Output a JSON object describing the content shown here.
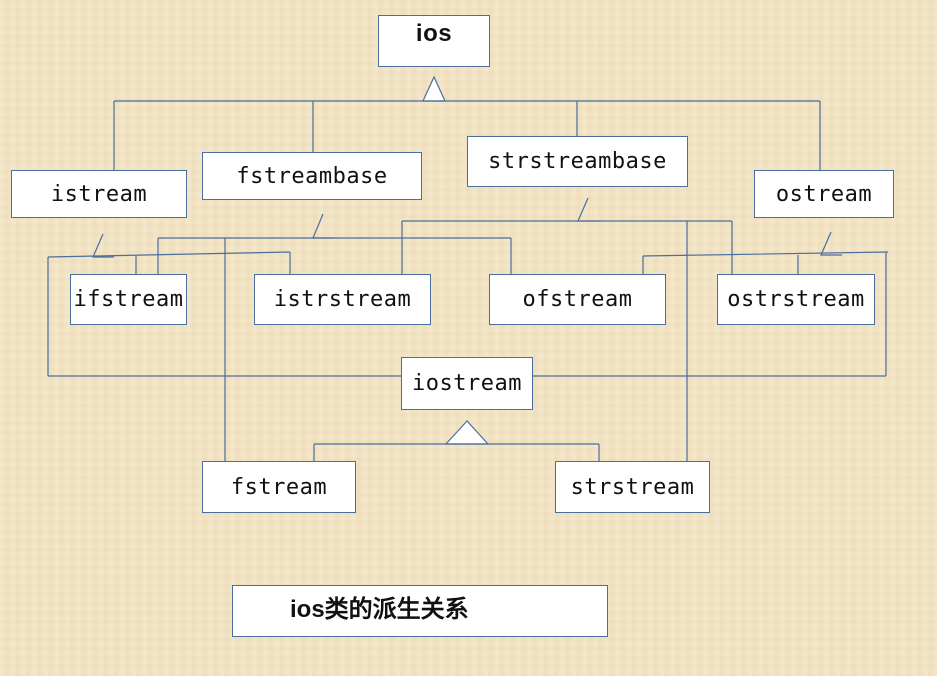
{
  "diagram": {
    "nodes": {
      "ios": "ios",
      "istream": "istream",
      "fstreambase": "fstreambase",
      "strstreambase": "strstreambase",
      "ostream": "ostream",
      "ifstream": "ifstream",
      "istrstream": "istrstream",
      "ofstream": "ofstream",
      "ostrstream": "ostrstream",
      "iostream": "iostream",
      "fstream": "fstream",
      "strstream": "strstream"
    },
    "caption": "ios类的派生关系",
    "line_color": "#4a6e9e"
  }
}
